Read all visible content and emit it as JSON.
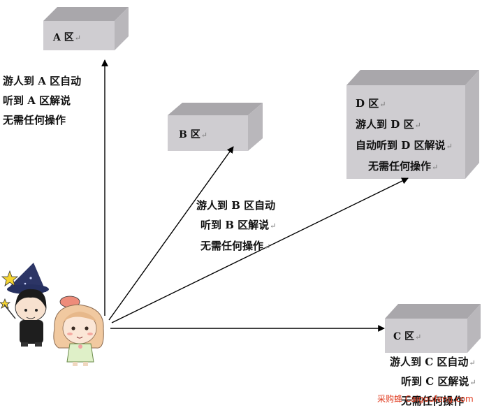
{
  "return_mark": "↵",
  "zones": {
    "a": {
      "label": "A 区"
    },
    "b": {
      "label": "B 区"
    },
    "c": {
      "label": "C 区"
    },
    "d": {
      "label": "D 区"
    }
  },
  "descriptions": {
    "a": [
      "游人到 A 区自动",
      "听到 A 区解说",
      "无需任何操作"
    ],
    "b": [
      "游人到 B 区自动",
      "听到 B 区解说",
      "无需任何操作"
    ],
    "c": [
      "游人到 C 区自动",
      "听到 C 区解说",
      "无需任何操作"
    ],
    "d": [
      "游人到 D 区",
      "自动听到 D 区解说",
      "无需任何操作"
    ]
  },
  "watermark": "采购蜂 Caigoufeng.com",
  "colors": {
    "box_front": "#cfcdd1",
    "box_top": "#a9a7ab",
    "box_side": "#b9b7bb",
    "arrow": "#000000",
    "watermark": "#e03a1e"
  }
}
